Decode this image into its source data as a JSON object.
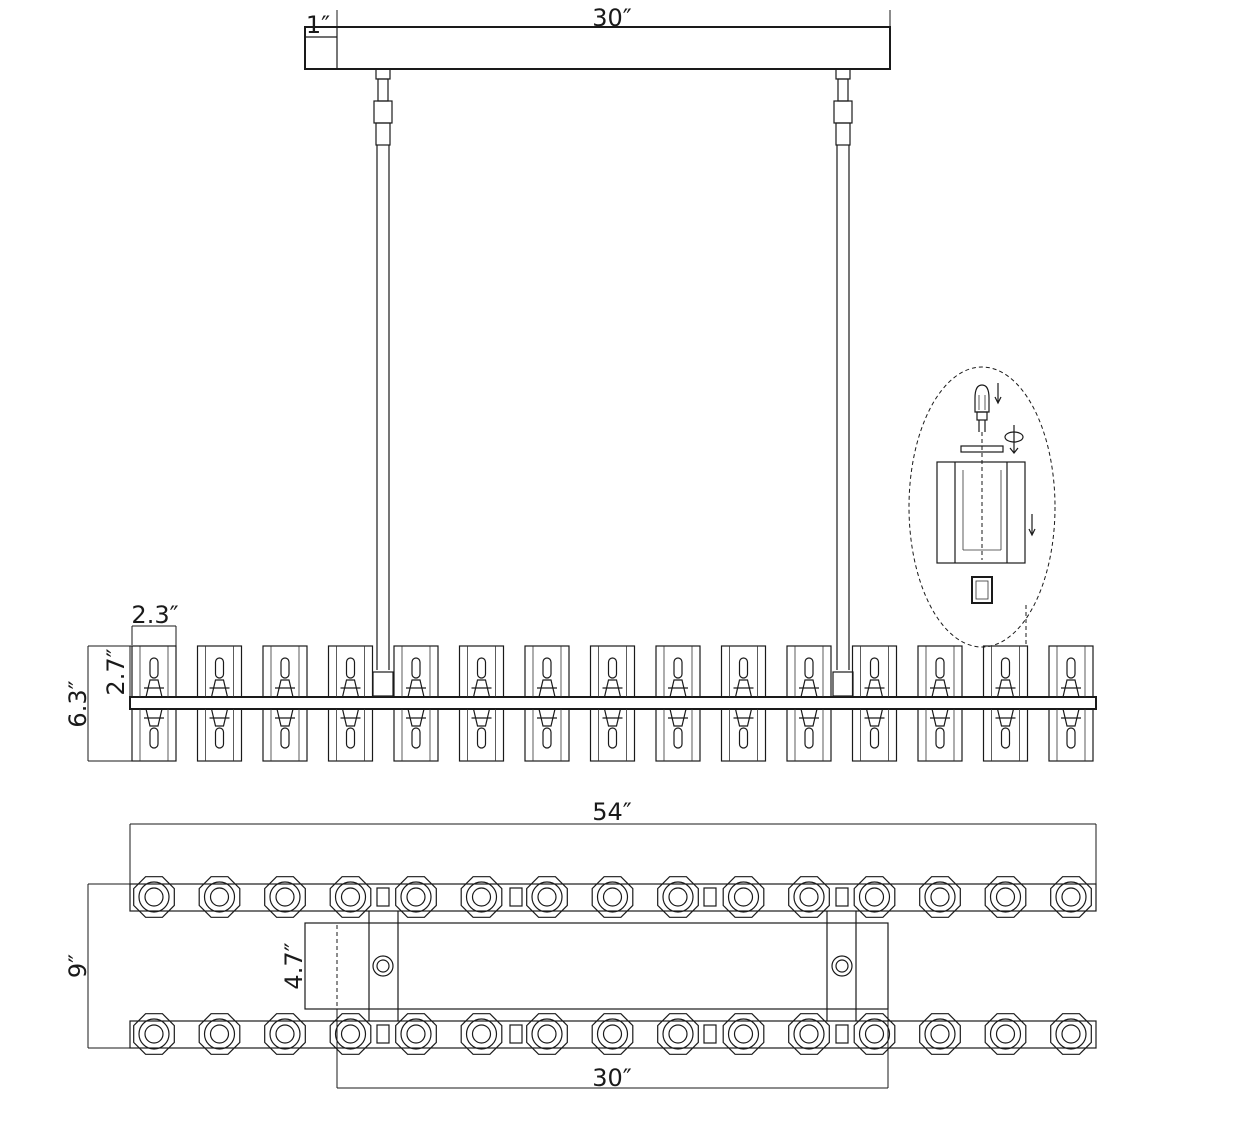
{
  "labels": {
    "canopy_height": "1″",
    "canopy_width": "30″",
    "shade_width": "2.3″",
    "shade_height": "2.7″",
    "fixture_height": "6.3″",
    "overall_length": "54″",
    "overall_width": "9″",
    "canopy_depth": "4.7″",
    "canopy_length_bottom": "30″"
  },
  "layout": {
    "shades_per_row": 15,
    "top_view_rows": 2
  },
  "colors": {
    "line": "#1a1a1a",
    "background": "#ffffff"
  }
}
